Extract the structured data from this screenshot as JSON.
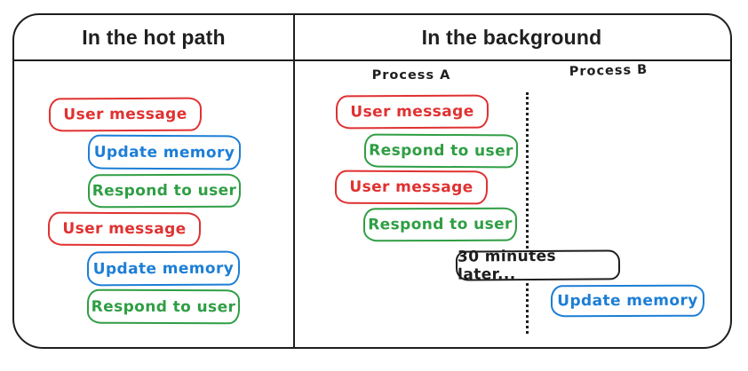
{
  "colors": {
    "red": "#e03131",
    "blue": "#1c7ed6",
    "green": "#2f9e44",
    "black": "#1e1e1e"
  },
  "panels": {
    "hot_path": {
      "title": "In the hot path",
      "boxes": [
        {
          "label": "User message",
          "color": "red"
        },
        {
          "label": "Update memory",
          "color": "blue"
        },
        {
          "label": "Respond to user",
          "color": "green"
        },
        {
          "label": "User message",
          "color": "red"
        },
        {
          "label": "Update memory",
          "color": "blue"
        },
        {
          "label": "Respond to user",
          "color": "green"
        }
      ]
    },
    "background": {
      "title": "In the background",
      "process_a_label": "Process A",
      "process_b_label": "Process B",
      "process_a_boxes": [
        {
          "label": "User message",
          "color": "red"
        },
        {
          "label": "Respond to user",
          "color": "green"
        },
        {
          "label": "User message",
          "color": "red"
        },
        {
          "label": "Respond to user",
          "color": "green"
        }
      ],
      "delay_box": {
        "label": "30 minutes later...",
        "color": "black"
      },
      "process_b_boxes": [
        {
          "label": "Update memory",
          "color": "blue"
        }
      ]
    }
  }
}
